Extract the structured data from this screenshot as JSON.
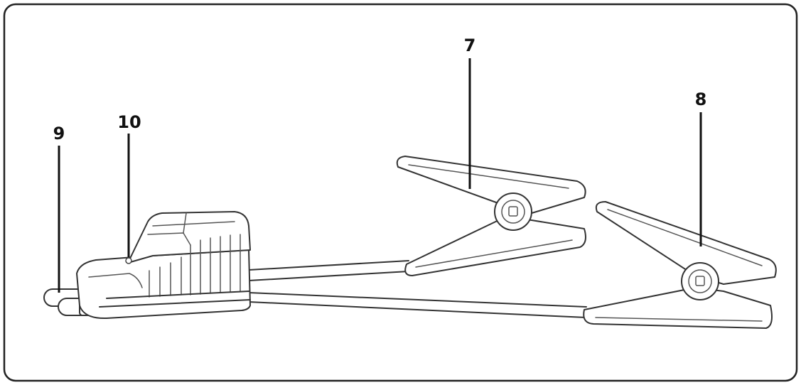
{
  "callouts": {
    "clamp_red": "7",
    "clamp_black": "8",
    "connector_plug": "9",
    "indicator_light": "10"
  }
}
